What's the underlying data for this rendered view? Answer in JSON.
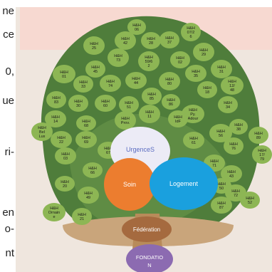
{
  "side_text": [
    "ne",
    "ce",
    "0,",
    "ue",
    "ri-",
    "en",
    "o-",
    "nt"
  ],
  "tree": {
    "urgence": "UrgenceS",
    "soin": "Soin",
    "logement": "Logement",
    "federation": "Fédération",
    "fondation_1": "FONDATIO",
    "fondation_2": "N"
  },
  "leaves": [
    {
      "l1": "H&H",
      "l2": "06"
    },
    {
      "l1": "H&H",
      "l2": "42"
    },
    {
      "l1": "H&H",
      "l2": "28"
    },
    {
      "l1": "H&H",
      "l2": "37"
    },
    {
      "l1": "H&H",
      "l2": "07/2 6"
    },
    {
      "l1": "H&H",
      "l2": "25"
    },
    {
      "l1": "H&H",
      "l2": "73"
    },
    {
      "l1": "H&H",
      "l2": "59/6 2"
    },
    {
      "l1": "H&H",
      "l2": "02"
    },
    {
      "l1": "H&H",
      "l2": "29"
    },
    {
      "l1": "H&H",
      "l2": "01"
    },
    {
      "l1": "H&H",
      "l2": "45"
    },
    {
      "l1": "H&H",
      "l2": "74"
    },
    {
      "l1": "H&H",
      "l2": "44"
    },
    {
      "l1": "H&H",
      "l2": "35"
    },
    {
      "l1": "H&H",
      "l2": "31"
    },
    {
      "l1": "H&H",
      "l2": "33"
    },
    {
      "l1": "H&H",
      "l2": "60"
    },
    {
      "l1": "H&H",
      "l2": "51"
    },
    {
      "l1": "H&H",
      "l2": "85"
    },
    {
      "l1": "H&H",
      "l2": "80"
    },
    {
      "l1": "H&H",
      "l2": "18"
    },
    {
      "l1": "H&H",
      "l2": "12/ 48"
    },
    {
      "l1": "H&H",
      "l2": "83"
    },
    {
      "l1": "H&H",
      "l2": "30"
    },
    {
      "l1": "H&H",
      "l2": "Prov."
    },
    {
      "l1": "H&H",
      "l2": "86"
    },
    {
      "l1": "H&H",
      "l2": "Py. Adour"
    },
    {
      "l1": "H&H",
      "l2": "34"
    },
    {
      "l1": "H&H",
      "l2": "14"
    },
    {
      "l1": "H&H",
      "l2": "68"
    },
    {
      "l1": "H&H",
      "l2": "11"
    },
    {
      "l1": "H&H",
      "l2": "IdF"
    },
    {
      "l1": "H&H",
      "l2": "38"
    },
    {
      "l1": "H&H",
      "l2": "22"
    },
    {
      "l1": "H&H",
      "l2": "69"
    },
    {
      "l1": "H&H",
      "l2": "61"
    },
    {
      "l1": "H&H",
      "l2": "56"
    },
    {
      "l1": "H&H",
      "l2": "76"
    },
    {
      "l1": "H&H",
      "l2": "89"
    },
    {
      "l1": "H&H",
      "l2": "Bel Lux"
    },
    {
      "l1": "H&H",
      "l2": "03"
    },
    {
      "l1": "H&H",
      "l2": "67"
    },
    {
      "l1": "H&H",
      "l2": "71"
    },
    {
      "l1": "H&H",
      "l2": "17/ 79"
    },
    {
      "l1": "H&H",
      "l2": "66"
    },
    {
      "l1": "H&H",
      "l2": "43"
    },
    {
      "l1": "H&H",
      "l2": "20"
    },
    {
      "l1": "H&H",
      "l2": "72"
    },
    {
      "l1": "H&H",
      "l2": "50"
    },
    {
      "l1": "H&H",
      "l2": "Ornain e"
    },
    {
      "l1": "H&H",
      "l2": "49"
    },
    {
      "l1": "H&H",
      "l2": "52"
    },
    {
      "l1": "H&H",
      "l2": "87"
    },
    {
      "l1": "H&H",
      "l2": "21"
    }
  ],
  "colors": {
    "leaf": "#8db654",
    "canopy": "#4f7d3b",
    "urgence": "#ecebf6",
    "soin": "#ec7d2f",
    "logement": "#1aa0de",
    "federation": "#a56a3f",
    "fondation": "#8c6bb1",
    "trunk": "#c9a57b",
    "band": "#f7d9d1"
  }
}
